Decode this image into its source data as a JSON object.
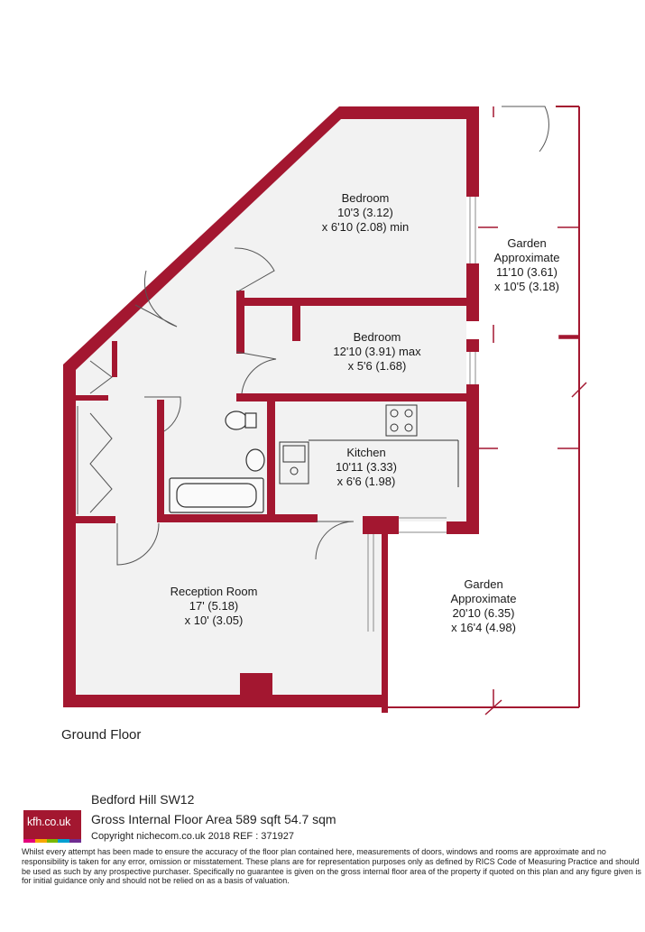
{
  "rooms": {
    "bedroom1": {
      "name": "Bedroom",
      "dim1": "10'3 (3.12)",
      "dim2": "x 6'10 (2.08) min"
    },
    "bedroom2": {
      "name": "Bedroom",
      "dim1": "12'10 (3.91) max",
      "dim2": "x 5'6 (1.68)"
    },
    "kitchen": {
      "name": "Kitchen",
      "dim1": "10'11 (3.33)",
      "dim2": "x 6'6 (1.98)"
    },
    "reception": {
      "name": "Reception Room",
      "dim1": "17' (5.18)",
      "dim2": "x 10' (3.05)"
    },
    "garden1": {
      "name": "Garden",
      "line2": "Approximate",
      "dim1": "11'10 (3.61)",
      "dim2": "x 10'5 (3.18)"
    },
    "garden2": {
      "name": "Garden",
      "line2": "Approximate",
      "dim1": "20'10 (6.35)",
      "dim2": "x 16'4 (4.98)"
    }
  },
  "floor_label": "Ground Floor",
  "footer": {
    "logo_text": "kfh.co.uk",
    "title": "Bedford Hill  SW12",
    "area": "Gross Internal Floor Area 589 sqft 54.7 sqm",
    "copyright": "Copyright nichecom.co.uk 2018 REF : 371927",
    "disclaimer": "Whilst every attempt has been made to ensure the accuracy of the floor plan contained here, measurements of doors, windows and rooms are approximate and no responsibility is taken for any error, omission or misstatement.  These plans are for representation purposes only as defined by RICS Code of Measuring Practice and should be used as such by any prospective purchaser.  Specifically no guarantee is given on the gross internal floor area of the property if quoted on this plan and any figure given is for initial guidance only and should not be relied on as a basis of valuation."
  },
  "colors": {
    "wall": "#a31730",
    "floor": "#f2f2f2",
    "fixture": "#333333",
    "logo_bar": [
      "#e4007c",
      "#f7a600",
      "#7ab800",
      "#00a0d2",
      "#6f2c91"
    ]
  }
}
